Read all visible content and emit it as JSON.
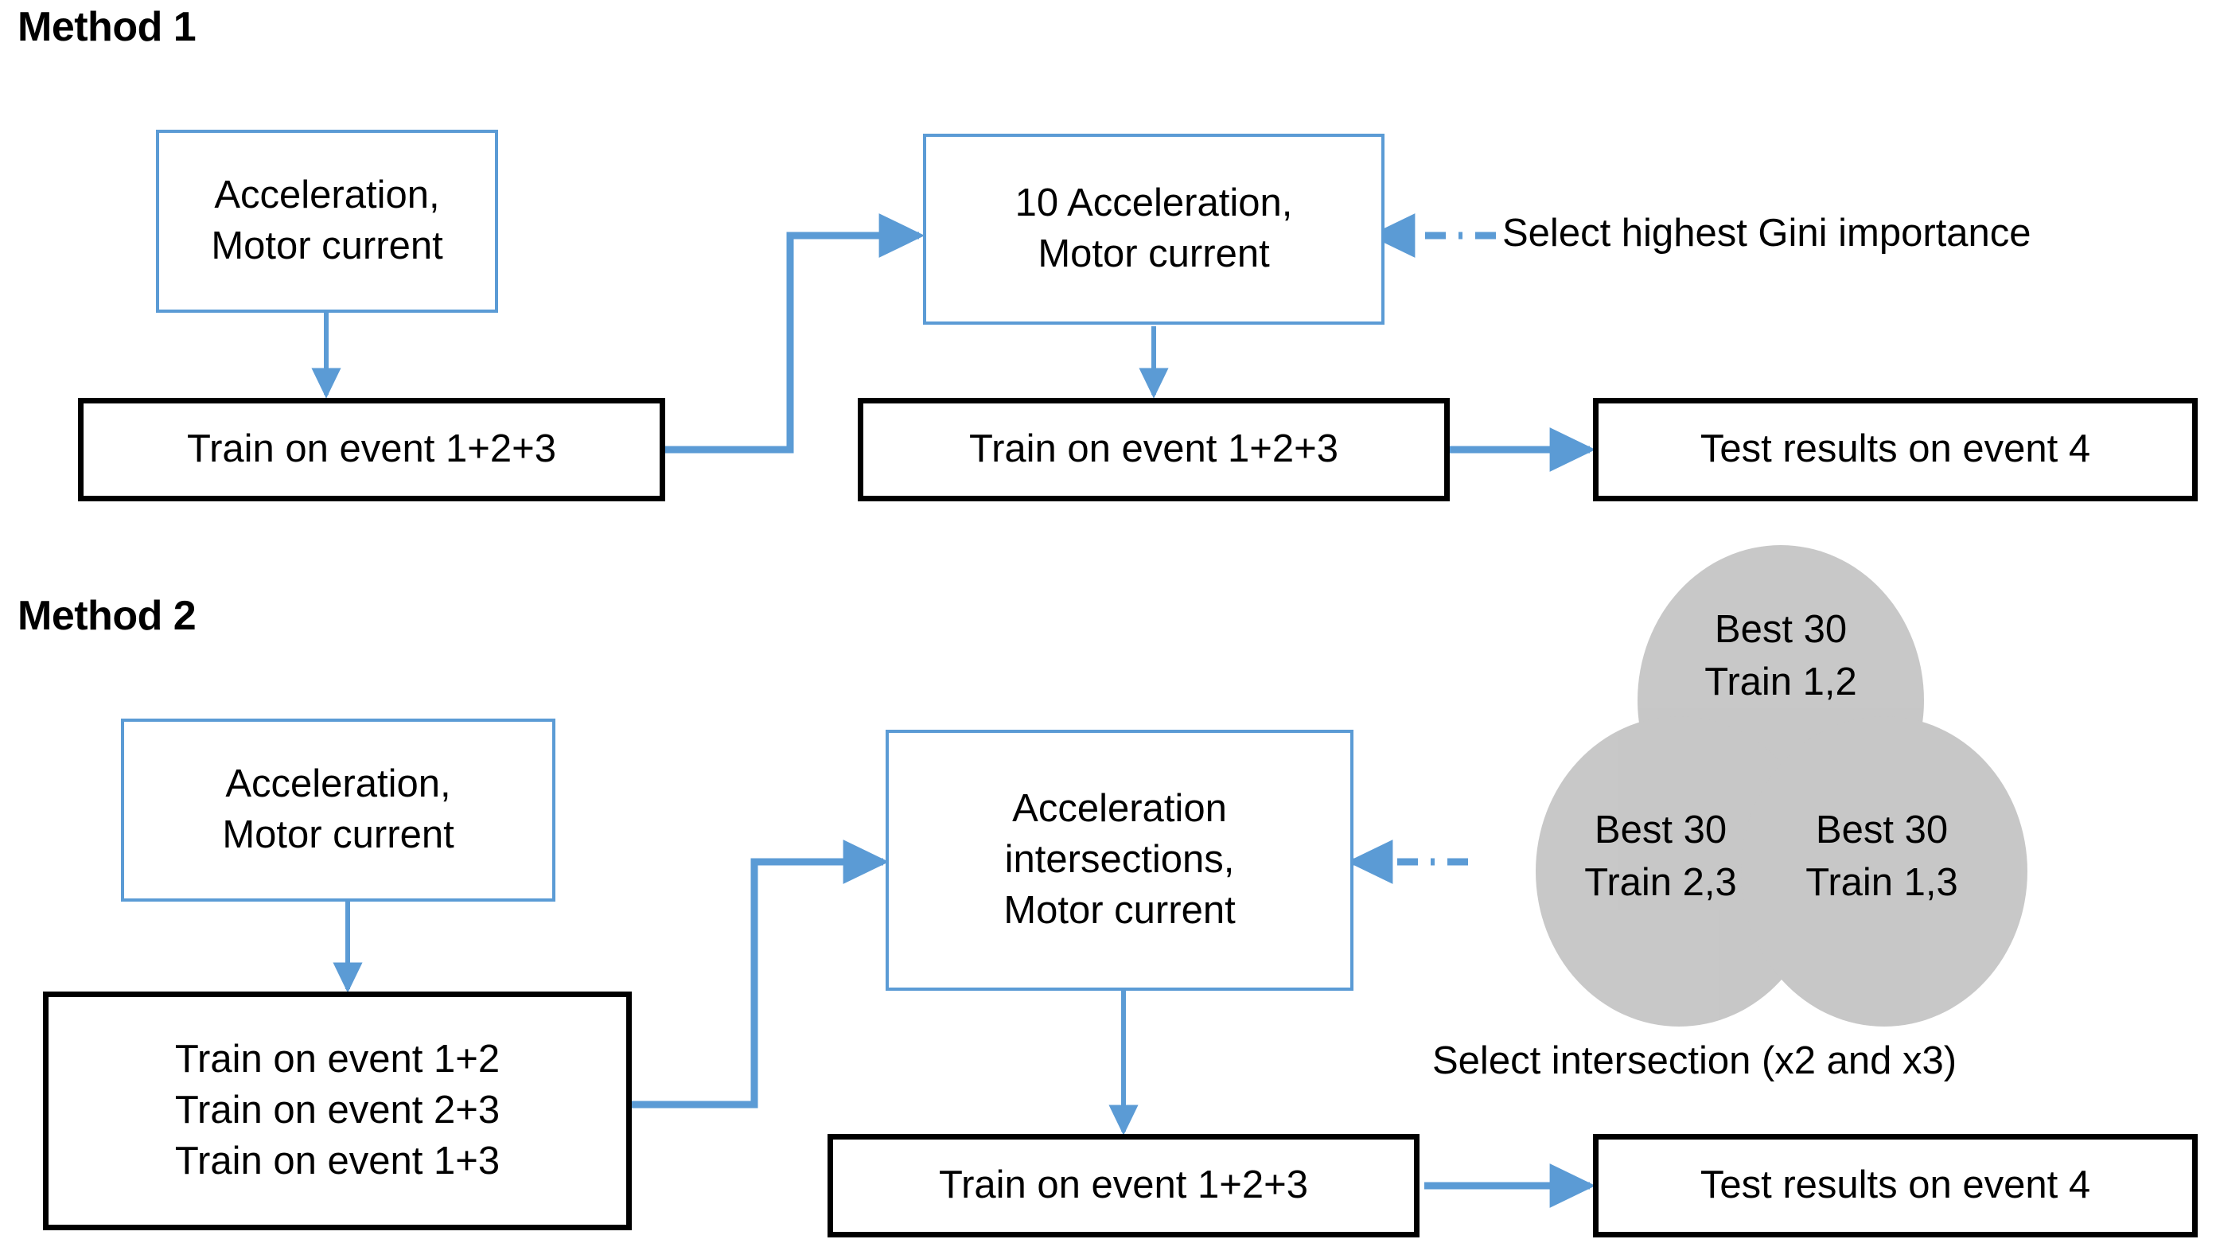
{
  "sections": [
    {
      "title": "Method 1"
    },
    {
      "title": "Method 2"
    }
  ],
  "method1": {
    "title": "Method 1",
    "feature_box": {
      "line1": "Acceleration,",
      "line2": "Motor current"
    },
    "train_box_left": "Train on event 1+2+3",
    "selected_feature_box": {
      "line1": "10 Acceleration,",
      "line2": "Motor current"
    },
    "train_box_mid": "Train on event 1+2+3",
    "test_box": "Test results on event 4",
    "annotation": "Select highest Gini importance"
  },
  "method2": {
    "title": "Method 2",
    "feature_box": {
      "line1": "Acceleration,",
      "line2": "Motor current"
    },
    "train_box_left": {
      "line1": "Train on event 1+2",
      "line2": "Train on event 2+3",
      "line3": "Train on event 1+3"
    },
    "intersection_box": {
      "line1": "Acceleration",
      "line2": "intersections,",
      "line3": "Motor current"
    },
    "train_box_mid": "Train on event 1+2+3",
    "test_box": "Test results on event 4",
    "venn": {
      "top": {
        "line1": "Best 30",
        "line2": "Train 1,2"
      },
      "left": {
        "line1": "Best 30",
        "line2": "Train 2,3"
      },
      "right": {
        "line1": "Best 30",
        "line2": "Train 1,3"
      }
    },
    "annotation": "Select intersection (x2 and x3)"
  },
  "colors": {
    "accent_blue": "#5b9bd5",
    "box_black": "#000000",
    "venn_fill": "#bfbfbf",
    "background": "#ffffff"
  }
}
